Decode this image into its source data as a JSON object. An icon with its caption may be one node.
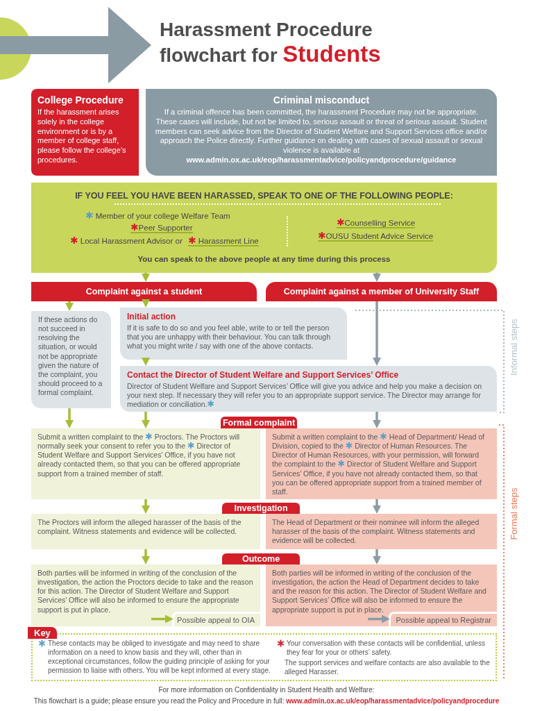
{
  "diagram": {
    "title": "Harassment Procedure flowchart for **Students**",
    "nodes": [
      {
        "text": [
          "College Procedure",
          "If the harassment arises solely in the college environment or is by a member of college staff, please follow the college’s procedures."
        ]
      },
      {
        "text": [
          "Criminal misconduct",
          "If a criminal offence has been committed, the harassment Procedure may not be appropriate. These cases will include, but not be limited to, serious assault or threat of serious assault. Student members can seek advice from the Director of Student Welfare and Support Services office and/or approach the Police directly. Further guidance on dealing with cases of sexual assault or sexual violence is available at **www.admin.ox.ac.uk/eop/harassmentadvice/policyandprocedure/guidance**"
        ]
      },
      {
        "text": [
          "IF YOU FEEL YOU HAVE BEEN HARASSED, SPEAK TO ONE OF THE FOLLOWING PEOPLE:",
          "✱ Member of your college Welfare Team",
          "✱Peer Supporter",
          "✱ Local Harassment Advisor or",
          "✱ Harassment Line",
          "✱Counselling Service",
          "✱OUSU Student Advice Service",
          "You can speak to the above people at any time during this process"
        ]
      },
      {
        "text": [
          "Complaint against a student"
        ]
      },
      {
        "text": [
          "Complaint against a member of University Staff"
        ]
      },
      {
        "text": [
          "If these actions do not succeed in resolving the situation, or would not be appropriate given the nature of the complaint, you should proceed to a formal complaint."
        ]
      },
      {
        "text": [
          "Initial action",
          "If it is safe to do so and you feel able, write to or tell the person that you are unhappy with their behaviour. You can talk through what you might write / say with one of the above contacts."
        ]
      },
      {
        "text": [
          "Contact the Director of Student Welfare and Support Services’ Office",
          "Director of Student Welfare and Support Services’ Office will give you advice and help you make a decision on your next step. If necessary they will refer you to an appropriate support service. The Director may arrange for mediation or conciliation.✱"
        ]
      },
      {
        "text": [
          "Formal complaint"
        ]
      },
      {
        "text": [
          "Submit a written complaint to the ✱ Proctors. The Proctors will normally seek your consent to refer you to the ✱ Director of Student Welfare and Support Services’ Office, if you have not already contacted them, so that you can be offered appropriate support from a trained member of staff."
        ]
      },
      {
        "text": [
          "Submit a written complaint to the ✱ Head of Department/ Head of Division, copied to the ✱ Director of Human Resources. The Director of Human Resources, with your permission, will forward the complaint to the ✱ Director of Student Welfare and Support Services’ Office, if you have not already contacted them, so that you can be offered appropriate support from a trained member of staff."
        ]
      },
      {
        "text": [
          "Investigation"
        ]
      },
      {
        "text": [
          "The Proctors will inform the alleged harasser of the basis of the complaint. Witness statements and evidence will be collected."
        ]
      },
      {
        "text": [
          "The Head of Department or their nominee will inform the alleged harasser of the basis of the complaint. Witness statements and evidence will be collected."
        ]
      },
      {
        "text": [
          "Outcome"
        ]
      },
      {
        "text": [
          "Both parties will be informed in writing of the conclusion of the investigation, the action the Proctors decide to take and the reason for this action. The Director of Student Welfare and Support Services’ Office will also be informed to ensure the appropriate support is put in place."
        ]
      },
      {
        "text": [
          "Both parties will be informed in writing of the conclusion of the investigation, the action the Head of Department decides to take and the reason for this action. The Director of Student Welfare and Support Services’ Office will also be informed to ensure the appropriate support is put in place."
        ]
      },
      {
        "text": [
          "Possible appeal to OIA"
        ],
        "in": 15
      },
      {
        "text": [
          "Possible appeal to Registrar"
        ],
        "in": 16
      }
    ],
    "edges": [
      {
        "from": 2,
        "to": 3,
        "arrow": "to"
      },
      {
        "from": 2,
        "to": 4,
        "arrow": "to",
        "color": "#8d9ba5"
      },
      {
        "from": 3,
        "to": 5,
        "arrow": "to"
      },
      {
        "from": 3,
        "to": 6,
        "arrow": "to"
      },
      {
        "from": 6,
        "to": 7,
        "arrow": "to"
      },
      {
        "from": 4,
        "to": 7,
        "arrow": "to",
        "color": "#8d9ba5"
      },
      {
        "from": 5,
        "to": 9,
        "arrow": "to"
      },
      {
        "from": 7,
        "to": 9,
        "arrow": "to"
      },
      {
        "from": 7,
        "to": 10,
        "arrow": "to",
        "color": "#8d9ba5"
      },
      {
        "from": 9,
        "to": 12,
        "arrow": "to"
      },
      {
        "from": 10,
        "to": 13,
        "arrow": "to",
        "color": "#8d9ba5"
      },
      {
        "from": 12,
        "to": 15,
        "arrow": "to"
      },
      {
        "from": 13,
        "to": 16,
        "arrow": "to",
        "color": "#8d9ba5"
      },
      {
        "from": 15,
        "to": 17,
        "arrow": "to"
      },
      {
        "from": 16,
        "to": 18,
        "arrow": "to",
        "color": "#8d9ba5"
      }
    ],
    "labels": [
      "Informal steps",
      "Formal steps",
      "Key",
      "The support services and welfare contacts are also available to the alleged Harasser.",
      "For more information on Confidentiality in Student Health and Welfare:",
      "This flowchart is a guide; please ensure you read the Policy and Procedure in full: **www.admin.ox.ac.uk/eop/harassmentadvice/policyandprocedure**"
    ],
    "legend": [
      {
        "text": "These contacts may be obliged to investigate and may need to share information on a need to know basis and they will, other than in exceptional circumstances, follow the guiding principle of asking for your permission to liaise with others. You will be kept informed at every stage.",
        "color": "#5b9ec9"
      },
      {
        "text": "Your conversation with these contacts will be confidential, unless they fear for your or others’ safety.",
        "color": "#d21f2a"
      }
    ]
  }
}
